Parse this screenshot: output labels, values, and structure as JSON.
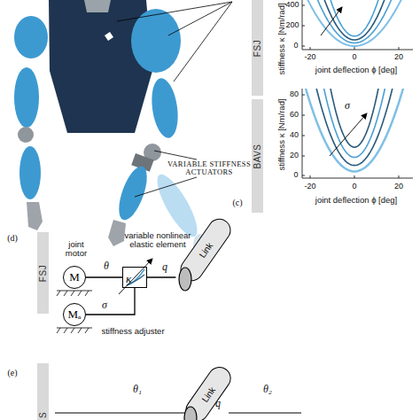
{
  "diagram": {
    "nodes": [
      {
        "text": [
          "FSJ"
        ]
      },
      {
        "text": [
          "BAVS"
        ]
      },
      {
        "text": [
          "FSJ"
        ]
      },
      {
        "text": [
          "M"
        ]
      },
      {
        "text": [
          "κ"
        ]
      },
      {
        "text": [
          "Link"
        ]
      },
      {
        "text": [
          "Mₐ"
        ]
      },
      {
        "text": [
          "S"
        ]
      },
      {
        "text": [
          "Link"
        ]
      }
    ],
    "edges": [
      {
        "from": 3,
        "to": 4,
        "arrow": "none"
      },
      {
        "from": 4,
        "to": 5,
        "arrow": "none"
      },
      {
        "from": 6,
        "to": 4,
        "arrow": "none"
      }
    ],
    "labels": [
      "VARIABLE STIFFNESS ACTUATORS",
      "stiffness κ [Nm/rad]",
      "400",
      "200",
      "0",
      "-20",
      "0",
      "20",
      "joint deflection ϕ [deg]",
      "stiffness κ [Nm/rad]",
      "80",
      "60",
      "40",
      "20",
      "0",
      "σ",
      "-20",
      "0",
      "20",
      "joint deflection ϕ [deg]",
      "(c)",
      "(d)",
      "joint motor",
      "θ",
      "variable nonlinear elastic element",
      "q",
      "σ",
      "stiffness adjuster",
      "(e)",
      "θ₁",
      "q",
      "θ₂"
    ]
  }
}
